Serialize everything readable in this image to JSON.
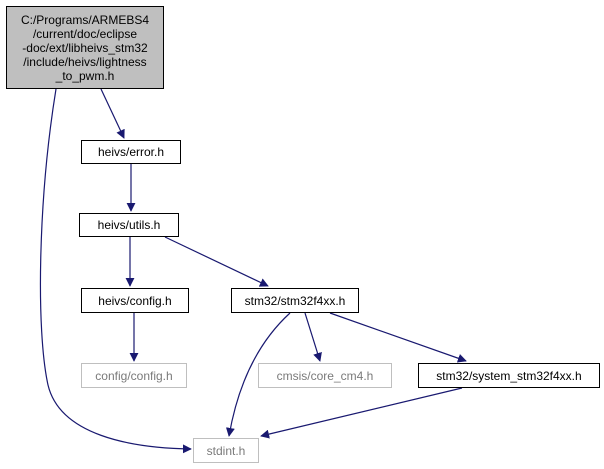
{
  "colors": {
    "edge": "#191970",
    "root_fill": "#bfbfbf",
    "node_border": "#000000",
    "ghost_border": "#bfbfbf",
    "ghost_text": "#7a7a7a"
  },
  "nodes": {
    "root": "C:/Programs/ARMEBS4\n/current/doc/eclipse\n-doc/ext/libheivs_stm32\n/include/heivs/lightness\n_to_pwm.h",
    "error": "heivs/error.h",
    "utils": "heivs/utils.h",
    "config": "heivs/config.h",
    "stm32f4xx": "stm32/stm32f4xx.h",
    "config_config": "config/config.h",
    "core_cm4": "cmsis/core_cm4.h",
    "system_stm32f4xx": "stm32/system_stm32f4xx.h",
    "stdint": "stdint.h"
  },
  "edges": [
    {
      "from": "root",
      "to": "error"
    },
    {
      "from": "root",
      "to": "stdint"
    },
    {
      "from": "error",
      "to": "utils"
    },
    {
      "from": "utils",
      "to": "config"
    },
    {
      "from": "utils",
      "to": "stm32f4xx"
    },
    {
      "from": "config",
      "to": "config_config"
    },
    {
      "from": "stm32f4xx",
      "to": "stdint"
    },
    {
      "from": "stm32f4xx",
      "to": "core_cm4"
    },
    {
      "from": "stm32f4xx",
      "to": "system_stm32f4xx"
    },
    {
      "from": "system_stm32f4xx",
      "to": "stdint"
    }
  ]
}
